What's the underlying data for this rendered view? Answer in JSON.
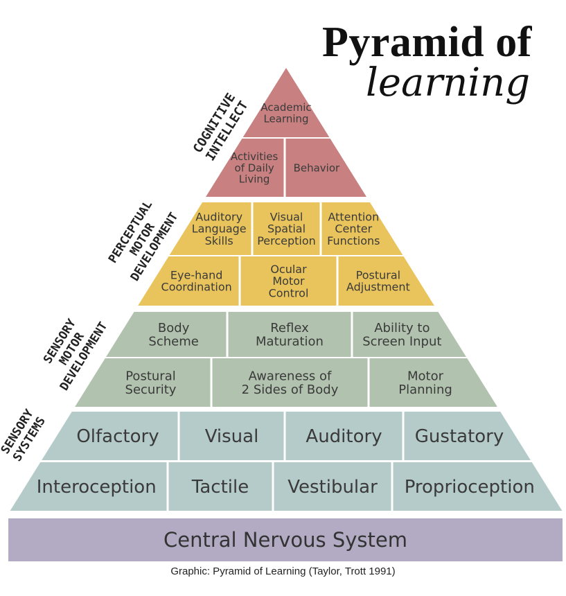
{
  "title": {
    "line1": "Pyramid of",
    "line2": "learning"
  },
  "caption": "Graphic: Pyramid of Learning (Taylor, Trott 1991)",
  "base": {
    "label": "Central Nervous System",
    "color": "#b3abc3"
  },
  "colors": {
    "cognitive": "#c98080",
    "perceptual": "#e9c45c",
    "sensory_motor": "#b1c3ae",
    "sensory_systems": "#b4cbc9",
    "text": "#3a3a3a"
  },
  "tiers": [
    {
      "key": "cognitive",
      "label_lines": [
        "COGNITIVE",
        "INTELLECT"
      ],
      "rows": [
        {
          "cells": [
            "Academic\nLearning"
          ]
        },
        {
          "cells": [
            "Activities\nof Daily\nLiving",
            "Behavior"
          ]
        }
      ]
    },
    {
      "key": "perceptual",
      "label_lines": [
        "PERCEPTUAL",
        "MOTOR",
        "DEVELOPMENT"
      ],
      "rows": [
        {
          "cells": [
            "Auditory\nLanguage\nSkills",
            "Visual\nSpatial\nPerception",
            "Attention\nCenter\nFunctions"
          ]
        },
        {
          "cells": [
            "Eye-hand\nCoordination",
            "Ocular\nMotor\nControl",
            "Postural\nAdjustment"
          ]
        }
      ]
    },
    {
      "key": "sensory_motor",
      "label_lines": [
        "SENSORY",
        "MOTOR",
        "DEVELOPMENT"
      ],
      "rows": [
        {
          "cells": [
            "Body\nScheme",
            "Reflex\nMaturation",
            "Ability to\nScreen Input"
          ]
        },
        {
          "cells": [
            "Postural\nSecurity",
            "Awareness of\n2 Sides of Body",
            "Motor\nPlanning"
          ]
        }
      ]
    },
    {
      "key": "sensory_systems",
      "label_lines": [
        "SENSORY",
        "SYSTEMS"
      ],
      "rows": [
        {
          "cells": [
            "Olfactory",
            "Visual",
            "Auditory",
            "Gustatory"
          ]
        },
        {
          "cells": [
            "Interoception",
            "Tactile",
            "Vestibular",
            "Proprioception"
          ]
        }
      ]
    }
  ]
}
